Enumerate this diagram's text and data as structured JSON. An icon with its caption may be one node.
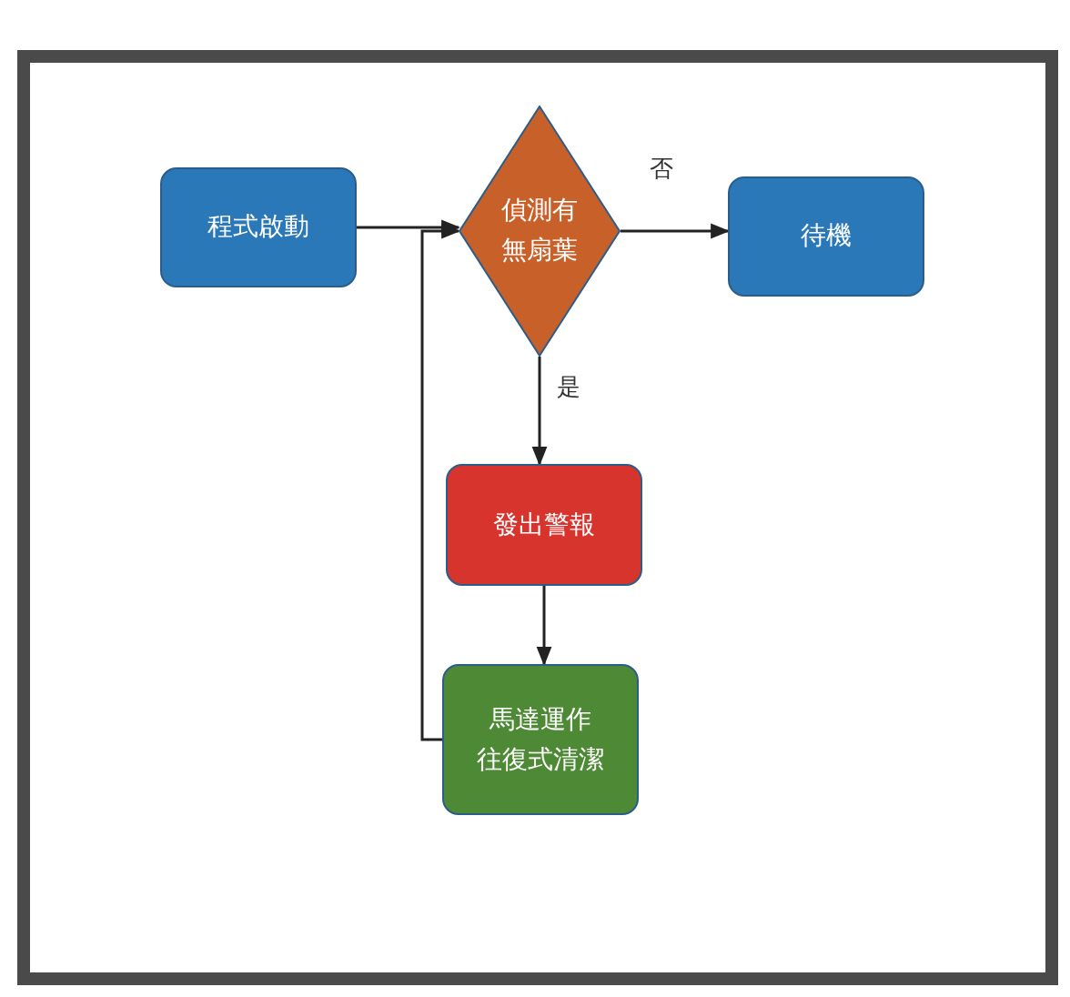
{
  "diagram": {
    "nodes": [
      {
        "text": [
          "程式啟動"
        ]
      },
      {
        "text": [
          "偵測有無扇葉"
        ]
      },
      {
        "text": [
          "待機"
        ]
      },
      {
        "text": [
          "發出警報"
        ]
      },
      {
        "text": [
          "馬達運作",
          "往復式清潔"
        ]
      }
    ],
    "edges": [
      {
        "from": 0,
        "to": 1,
        "arrow": "to"
      },
      {
        "from": 1,
        "to": 2,
        "arrow": "to",
        "label": "否"
      },
      {
        "from": 1,
        "to": 3,
        "arrow": "to",
        "label": "是"
      },
      {
        "from": 3,
        "to": 4,
        "arrow": "to"
      },
      {
        "from": 4,
        "to": 1,
        "arrow": "to"
      }
    ]
  }
}
